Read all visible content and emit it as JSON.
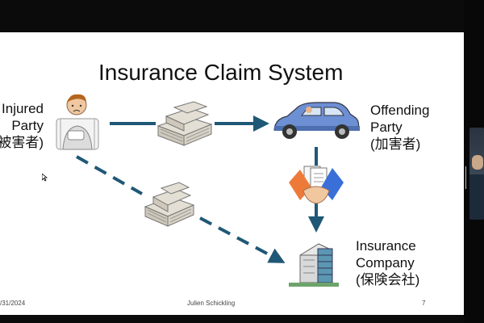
{
  "slide": {
    "title": "Insurance Claim System",
    "injured_line1": "Injured",
    "injured_line2": "Party",
    "injured_line3": "被害者)",
    "offending_line1": "Offending",
    "offending_line2": "Party",
    "offending_line3": "(加害者)",
    "insurer_line1": "Insurance",
    "insurer_line2": "Company",
    "insurer_line3": "(保険会社)",
    "footer_date": "/31/2024",
    "footer_author": "Julien Schickling",
    "footer_page": "7"
  },
  "icons": {
    "injured": "injured-person-icon",
    "money": "money-stack-icon",
    "car": "car-icon",
    "handshake": "handshake-icon",
    "building": "office-building-icon"
  },
  "colors": {
    "arrow": "#1f5876",
    "car": "#6d8fd3",
    "building": "#5b97b3",
    "money": "#e4dfd4"
  }
}
